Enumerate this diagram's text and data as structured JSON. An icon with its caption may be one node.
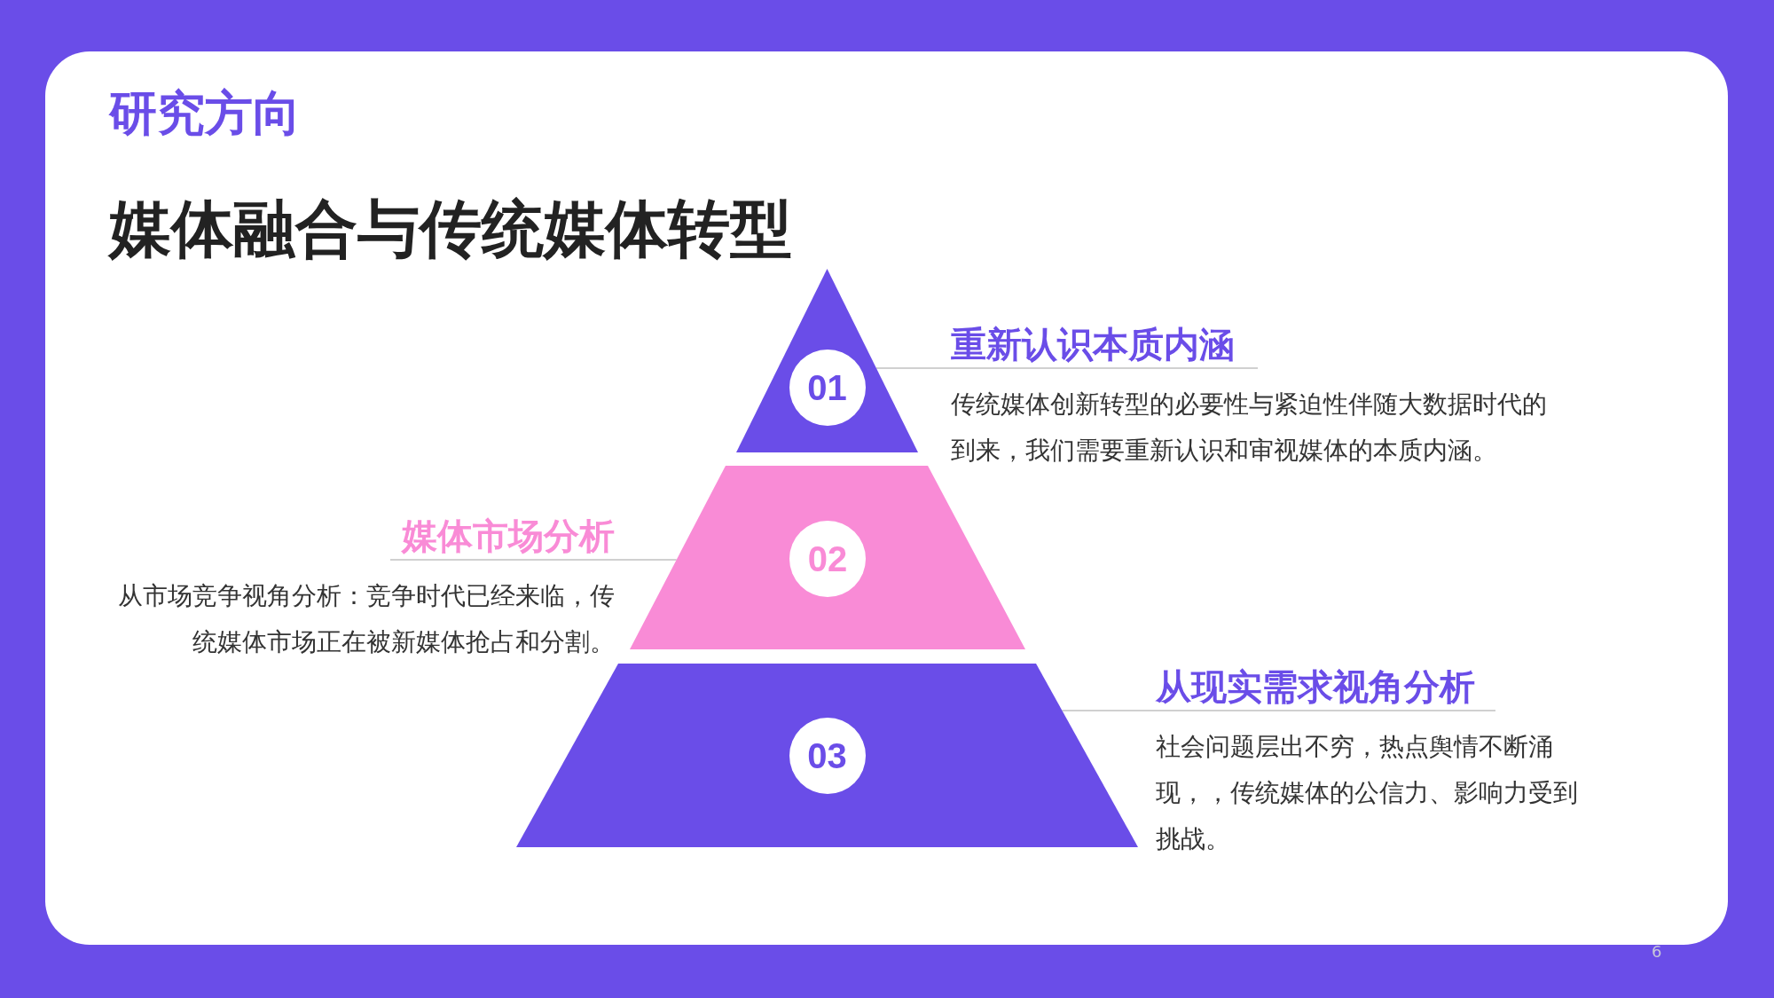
{
  "diagram": {
    "title": "媒体融合与传统媒体转型",
    "nodes": [
      {
        "text": [
          "01"
        ]
      },
      {
        "text": [
          "02"
        ]
      },
      {
        "text": [
          "03"
        ]
      },
      {
        "text": [
          "重新认识本质内涵",
          "传统媒体创新转型的必要性与紧迫性伴随大数据时代的到来，我们需要重新认识和审视媒体的本质内涵。"
        ]
      },
      {
        "text": [
          "媒体市场分析",
          "从市场竞争视角分析：竞争时代已经来临，传统媒体市场正在被新媒体抢占和分割。"
        ]
      },
      {
        "text": [
          "从现实需求视角分析",
          "社会问题层出不穷，热点舆情不断涌现，，传统媒体的公信力、影响力受到挑战。"
        ]
      }
    ],
    "edges": [
      {
        "from": 3,
        "to": 0,
        "arrow": "none"
      },
      {
        "from": 4,
        "to": 1,
        "arrow": "none"
      },
      {
        "from": 5,
        "to": 2,
        "arrow": "none"
      }
    ],
    "labels": [
      "研究方向",
      "6"
    ]
  }
}
